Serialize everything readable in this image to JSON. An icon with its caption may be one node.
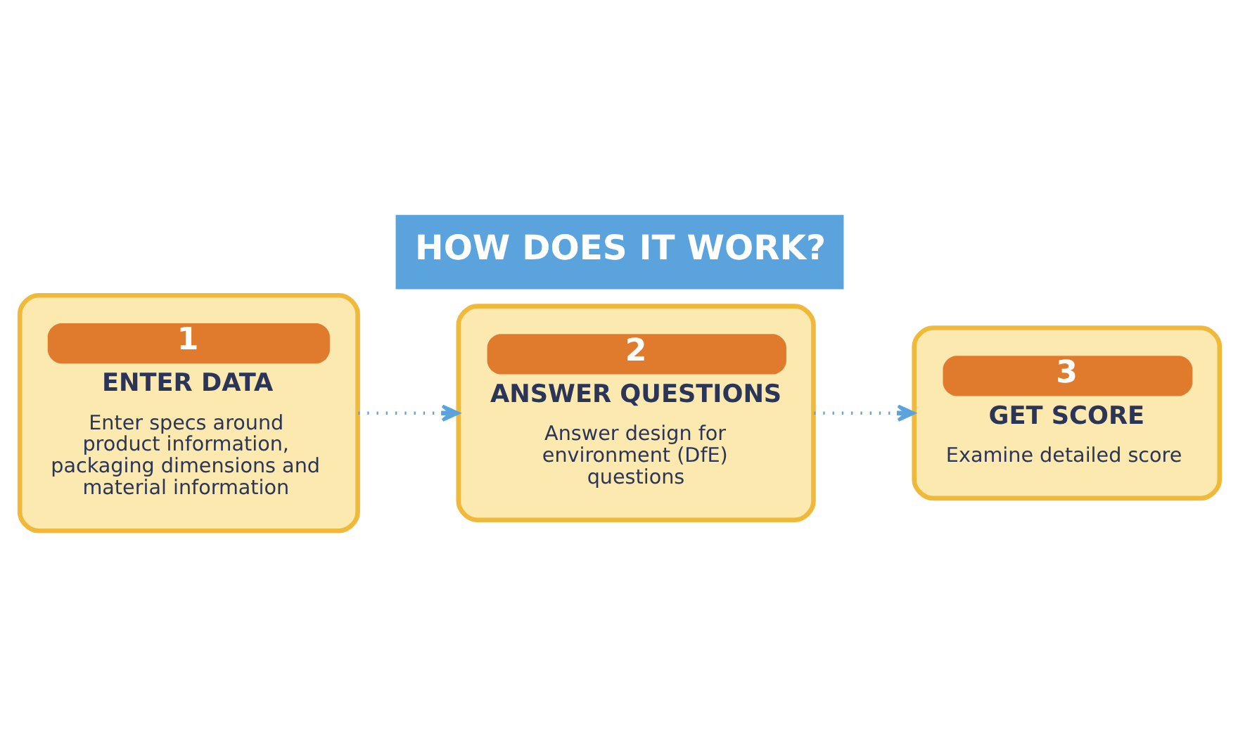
{
  "diagram": {
    "title": "HOW DOES IT WORK?",
    "nodes": [
      {
        "text": [
          "1",
          "ENTER DATA",
          "Enter specs around product information, packaging dimensions and material information"
        ]
      },
      {
        "text": [
          "2",
          "ANSWER QUESTIONS",
          "Answer design for environment (DfE) questions"
        ]
      },
      {
        "text": [
          "3",
          "GET SCORE",
          "Examine detailed score"
        ]
      }
    ],
    "edges": [
      {
        "from": 0,
        "to": 1,
        "arrow": "to",
        "style": "dashed"
      },
      {
        "from": 1,
        "to": 2,
        "arrow": "to",
        "style": "dashed"
      }
    ]
  }
}
